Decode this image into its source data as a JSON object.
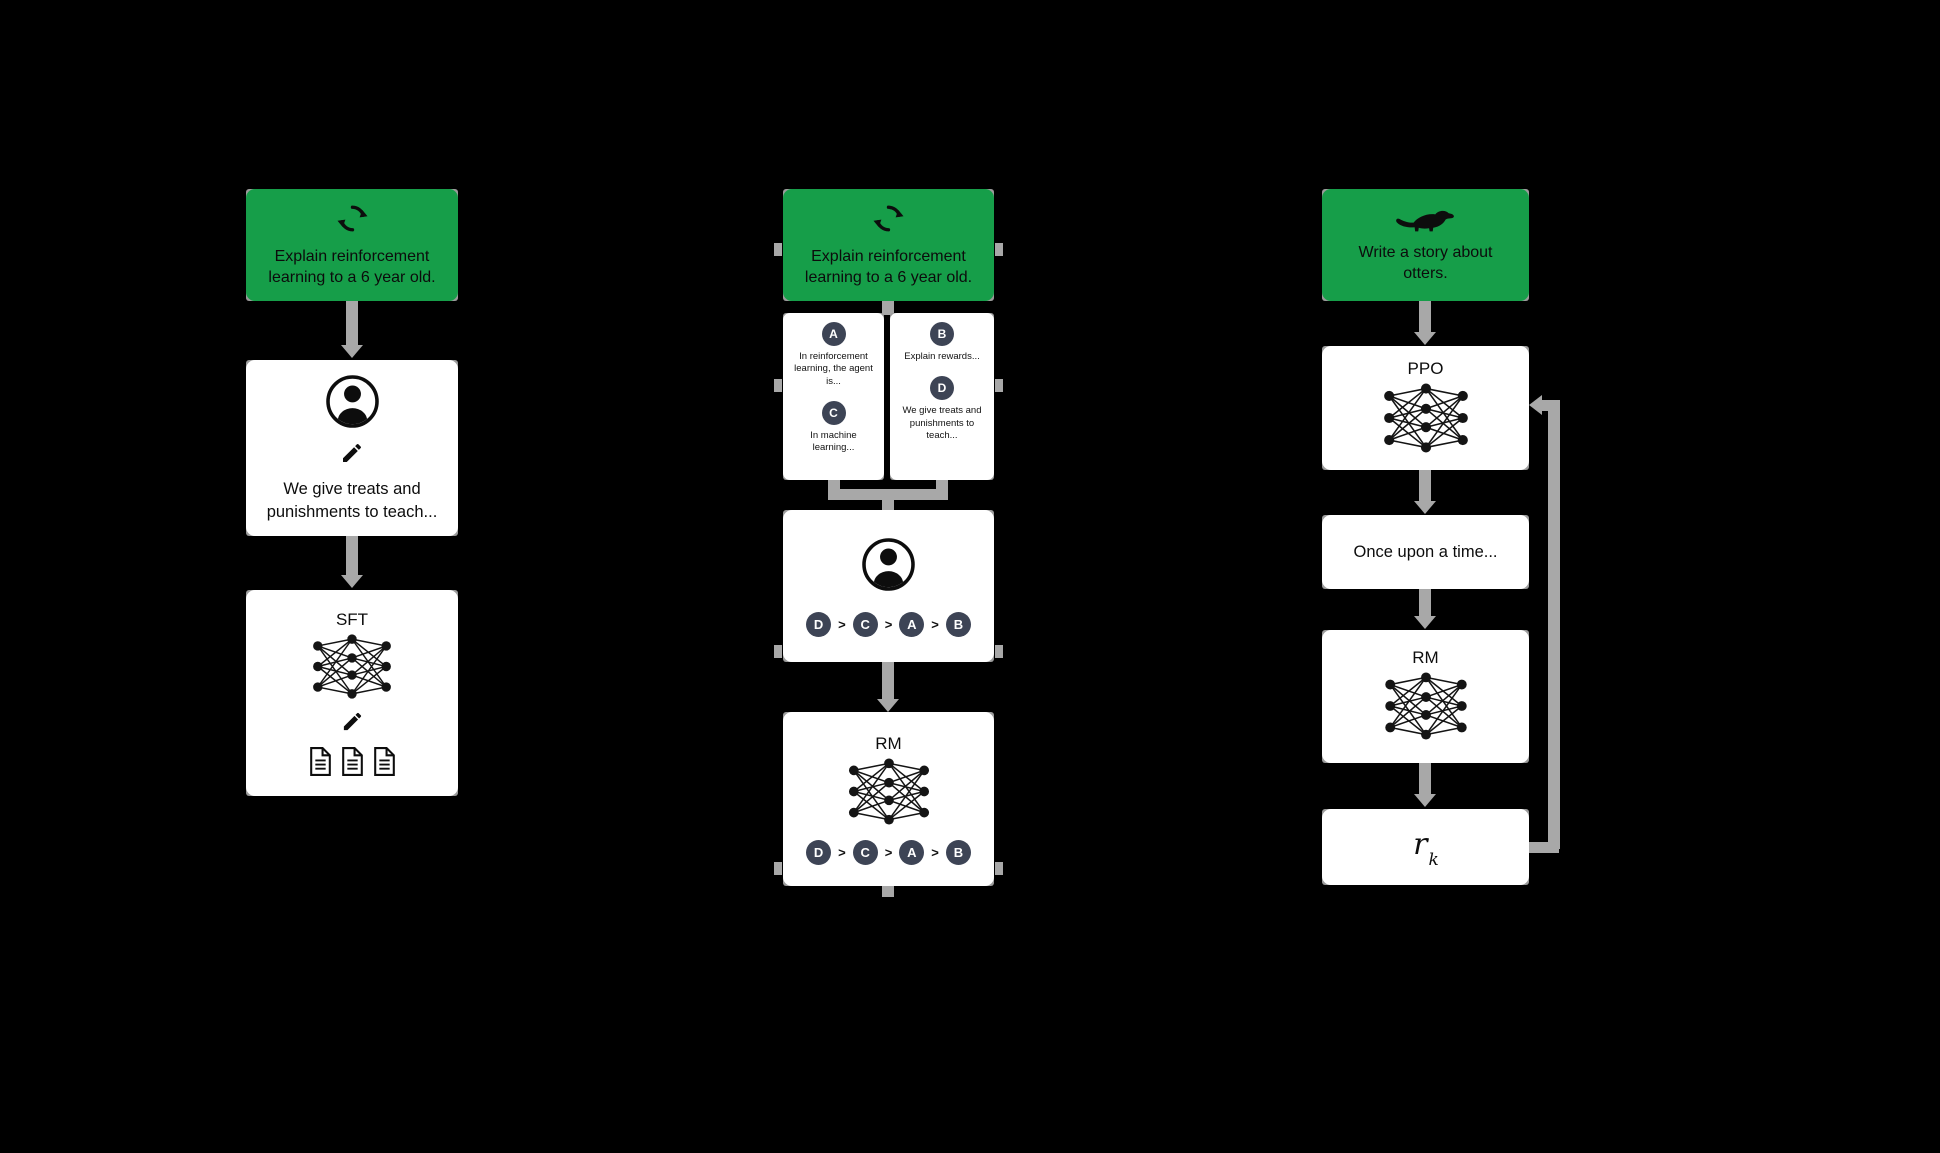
{
  "colors": {
    "background": "#000000",
    "green": "#169e49",
    "arrow": "#a8a8a8",
    "box_edge": "#9b9b9b",
    "rank_circle": "#3d4455"
  },
  "step1": {
    "prompt": "Explain reinforcement learning to a 6 year old.",
    "prompt_icon": "cycle-arrows-icon",
    "labeler_icon": "person-icon",
    "demonstration_icon": "pencil-icon",
    "demonstration": "We give treats and punishments to teach...",
    "model_label": "SFT",
    "model_icon": "neural-network-icon",
    "data_icon": "documents-icon"
  },
  "step2": {
    "prompt": "Explain reinforcement learning to a 6 year old.",
    "prompt_icon": "cycle-arrows-icon",
    "options": [
      {
        "letter": "A",
        "text": "In reinforcement learning, the agent is..."
      },
      {
        "letter": "B",
        "text": "Explain rewards..."
      },
      {
        "letter": "C",
        "text": "In machine learning..."
      },
      {
        "letter": "D",
        "text": "We give treats and punishments to teach..."
      }
    ],
    "labeler_icon": "person-icon",
    "ranking": [
      "D",
      "C",
      "A",
      "B"
    ],
    "ranking_separator": ">",
    "model_label": "RM",
    "model_icon": "neural-network-icon"
  },
  "step3": {
    "prompt": "Write a story about otters.",
    "prompt_icon": "otter-icon",
    "policy_label": "PPO",
    "policy_icon": "neural-network-icon",
    "output_text": "Once upon a time...",
    "reward_model_label": "RM",
    "reward_model_icon": "neural-network-icon",
    "reward_symbol": "r",
    "reward_subscript": "k"
  }
}
